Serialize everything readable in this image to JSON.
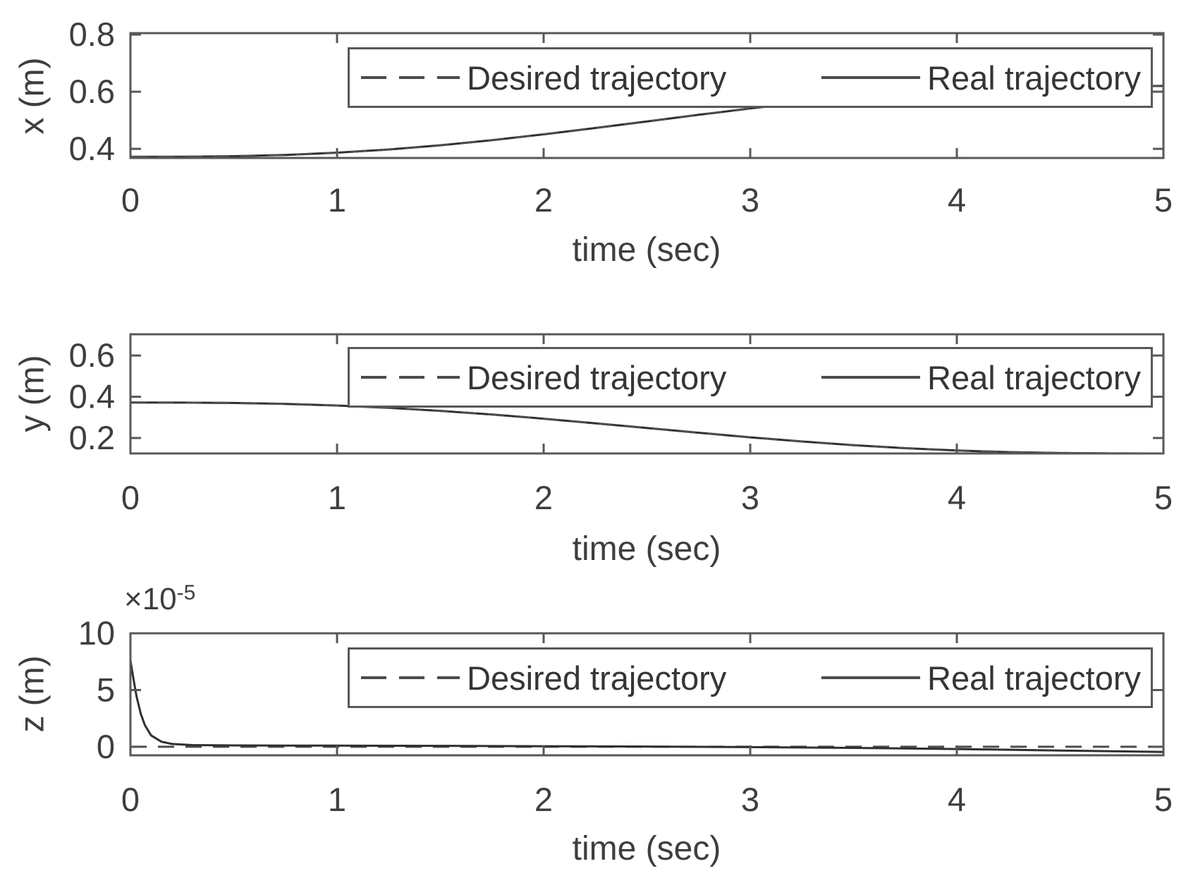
{
  "figure": {
    "background": "#ffffff",
    "text_color": "#3e3e3e",
    "frame_color": "#58585a",
    "solid_line_color": "#2f2f2f",
    "dashed_line_color": "#4c4c4c"
  },
  "chart_data": [
    {
      "type": "line",
      "title": "",
      "xlabel": "time (sec)",
      "ylabel": "x (m)",
      "xlim": [
        0,
        5
      ],
      "ylim": [
        0.368,
        0.805
      ],
      "xticks": [
        0,
        1,
        2,
        3,
        4,
        5
      ],
      "xtick_labels": [
        "0",
        "1",
        "2",
        "3",
        "4",
        "5"
      ],
      "yticks": [
        0.4,
        0.6,
        0.8
      ],
      "ytick_labels": [
        "0.4",
        "0.6",
        "0.8"
      ],
      "grid": false,
      "legend": {
        "position": "north-inside",
        "entries": [
          {
            "label": "Desired trajectory",
            "style": "dashed"
          },
          {
            "label": "Real trajectory",
            "style": "solid"
          }
        ]
      },
      "series": [
        {
          "name": "Real trajectory",
          "style": "solid",
          "x": [
            0,
            0.25,
            0.5,
            0.75,
            1,
            1.25,
            1.5,
            1.75,
            2,
            2.25,
            2.5,
            2.75,
            3,
            3.25,
            3.5,
            3.75,
            4,
            4.25,
            4.5,
            4.75,
            5
          ],
          "y": [
            0.372,
            0.3723,
            0.3741,
            0.3786,
            0.3864,
            0.3977,
            0.4124,
            0.4303,
            0.4507,
            0.4729,
            0.496,
            0.5191,
            0.5413,
            0.5617,
            0.5796,
            0.5943,
            0.6056,
            0.6134,
            0.6179,
            0.6197,
            0.62
          ]
        },
        {
          "name": "Desired trajectory",
          "style": "dashed",
          "x": [
            0,
            0.25,
            0.5,
            0.75,
            1,
            1.25,
            1.5,
            1.75,
            2,
            2.25,
            2.5,
            2.75,
            3,
            3.25,
            3.5,
            3.75,
            4,
            4.25,
            4.5,
            4.75,
            5
          ],
          "y": [
            0.372,
            0.3723,
            0.3741,
            0.3786,
            0.3864,
            0.3977,
            0.4124,
            0.4303,
            0.4507,
            0.4729,
            0.496,
            0.5191,
            0.5413,
            0.5617,
            0.5796,
            0.5943,
            0.6056,
            0.6134,
            0.6179,
            0.6197,
            0.62
          ]
        }
      ]
    },
    {
      "type": "line",
      "title": "",
      "xlabel": "time (sec)",
      "ylabel": "y (m)",
      "xlim": [
        0,
        5
      ],
      "ylim": [
        0.125,
        0.703
      ],
      "xticks": [
        0,
        1,
        2,
        3,
        4,
        5
      ],
      "xtick_labels": [
        "0",
        "1",
        "2",
        "3",
        "4",
        "5"
      ],
      "yticks": [
        0.2,
        0.4,
        0.6
      ],
      "ytick_labels": [
        "0.2",
        "0.4",
        "0.6"
      ],
      "grid": false,
      "legend": {
        "position": "north-inside",
        "entries": [
          {
            "label": "Desired trajectory",
            "style": "dashed"
          },
          {
            "label": "Real trajectory",
            "style": "solid"
          }
        ]
      },
      "series": [
        {
          "name": "Real trajectory",
          "style": "solid",
          "x": [
            0,
            0.25,
            0.5,
            0.75,
            1,
            1.25,
            1.5,
            1.75,
            2,
            2.25,
            2.5,
            2.75,
            3,
            3.25,
            3.5,
            3.75,
            4,
            4.25,
            4.5,
            4.75,
            5
          ],
          "y": [
            0.372,
            0.3717,
            0.3699,
            0.3654,
            0.3577,
            0.3464,
            0.3317,
            0.3139,
            0.2936,
            0.2715,
            0.2485,
            0.2255,
            0.2034,
            0.1831,
            0.1653,
            0.1506,
            0.1393,
            0.1316,
            0.1271,
            0.1253,
            0.125
          ]
        },
        {
          "name": "Desired trajectory",
          "style": "dashed",
          "x": [
            0,
            0.25,
            0.5,
            0.75,
            1,
            1.25,
            1.5,
            1.75,
            2,
            2.25,
            2.5,
            2.75,
            3,
            3.25,
            3.5,
            3.75,
            4,
            4.25,
            4.5,
            4.75,
            5
          ],
          "y": [
            0.372,
            0.3717,
            0.3699,
            0.3654,
            0.3577,
            0.3464,
            0.3317,
            0.3139,
            0.2936,
            0.2715,
            0.2485,
            0.2255,
            0.2034,
            0.1831,
            0.1653,
            0.1506,
            0.1393,
            0.1316,
            0.1271,
            0.1253,
            0.125
          ]
        }
      ]
    },
    {
      "type": "line",
      "title": "",
      "xlabel": "time (sec)",
      "ylabel": "z (m)",
      "exponent": {
        "base": "×10",
        "power": "-5"
      },
      "y_unit": "1e-5",
      "xlim": [
        0,
        5
      ],
      "ylim": [
        -0.75,
        10
      ],
      "xticks": [
        0,
        1,
        2,
        3,
        4,
        5
      ],
      "xtick_labels": [
        "0",
        "1",
        "2",
        "3",
        "4",
        "5"
      ],
      "yticks": [
        0,
        5,
        10
      ],
      "ytick_labels": [
        "0",
        "5",
        "10"
      ],
      "grid": false,
      "legend": {
        "position": "north-inside",
        "entries": [
          {
            "label": "Desired trajectory",
            "style": "dashed"
          },
          {
            "label": "Real trajectory",
            "style": "solid"
          }
        ]
      },
      "series": [
        {
          "name": "Desired trajectory",
          "style": "dashed",
          "x": [
            0,
            5
          ],
          "y": [
            0,
            0
          ]
        },
        {
          "name": "Real trajectory",
          "style": "solid",
          "x": [
            0,
            0.01,
            0.02,
            0.03,
            0.05,
            0.07,
            0.1,
            0.15,
            0.2,
            0.3,
            0.5,
            0.75,
            1,
            1.5,
            2,
            2.5,
            3,
            3.5,
            4,
            4.5,
            5
          ],
          "y": [
            7.6,
            6.5,
            5.4,
            4.4,
            2.9,
            1.9,
            1.0,
            0.45,
            0.25,
            0.15,
            0.12,
            0.11,
            0.1,
            0.08,
            0.05,
            0.02,
            -0.03,
            -0.1,
            -0.2,
            -0.33,
            -0.45
          ]
        }
      ]
    }
  ]
}
